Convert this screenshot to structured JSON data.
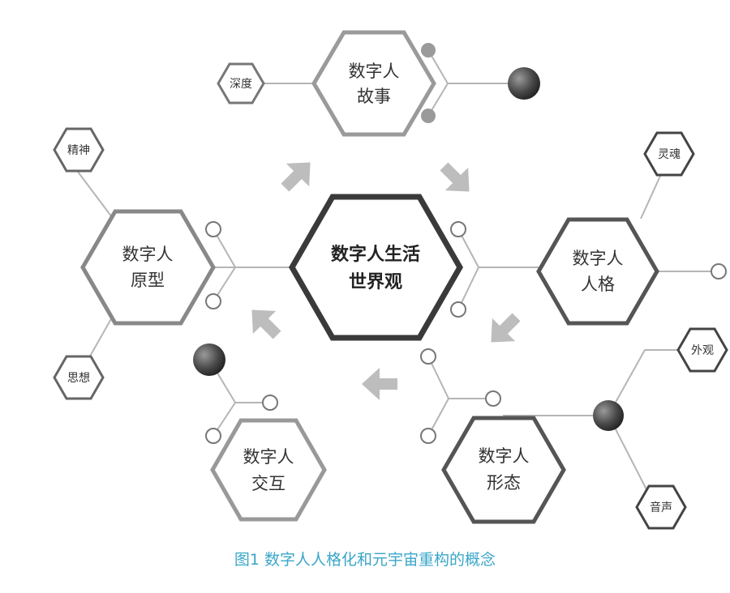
{
  "center": {
    "line1": "数字人生活",
    "line2": "世界观"
  },
  "nodes": {
    "story": {
      "line1": "数字人",
      "line2": "故事"
    },
    "personality": {
      "line1": "数字人",
      "line2": "人格"
    },
    "form": {
      "line1": "数字人",
      "line2": "形态"
    },
    "interaction": {
      "line1": "数字人",
      "line2": "交互"
    },
    "archetype": {
      "line1": "数字人",
      "line2": "原型"
    }
  },
  "tags": {
    "depth": "深度",
    "spirit": "精神",
    "thought": "思想",
    "soul": "灵魂",
    "appearance": "外观",
    "voice": "音声"
  },
  "caption": "图1 数字人人格化和元宇宙重构的概念",
  "colors": {
    "caption": "#3aa6c8",
    "center_stroke": "#3a3a3a",
    "arrow": "#bdbdbd"
  }
}
